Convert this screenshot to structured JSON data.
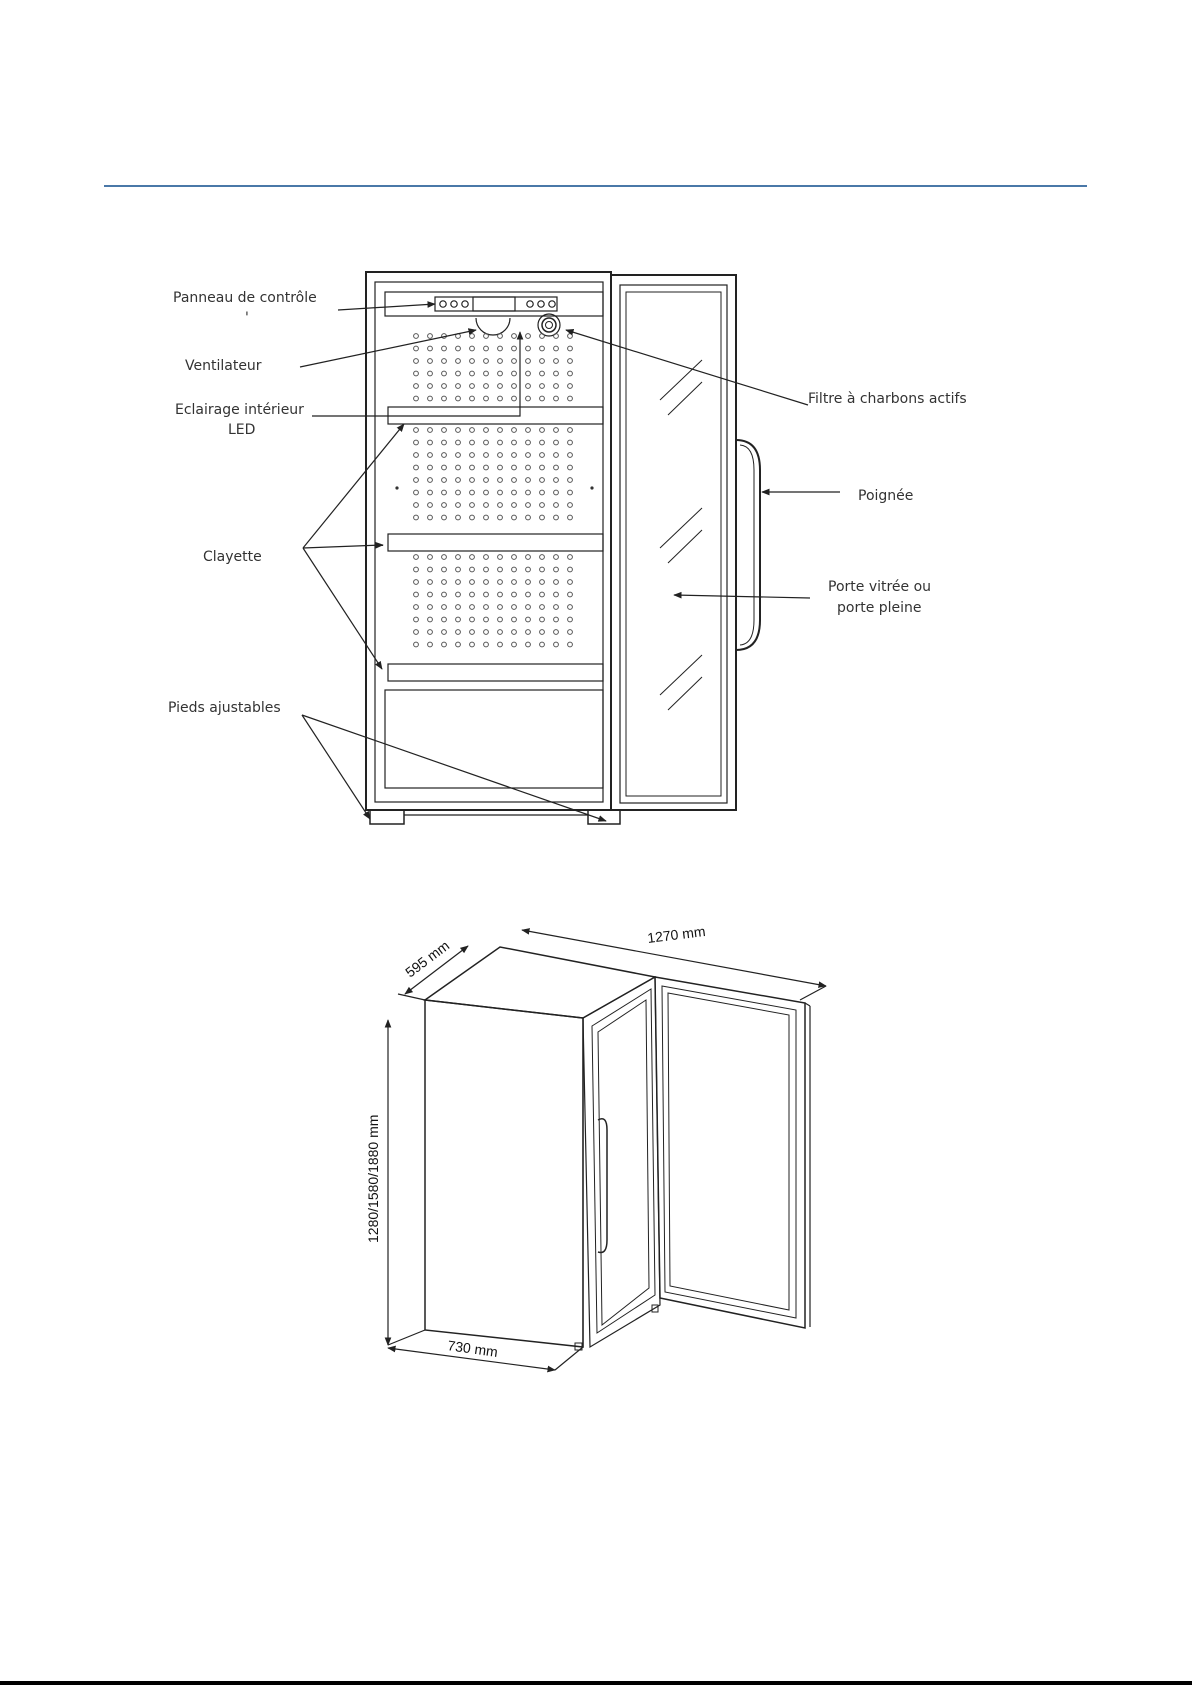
{
  "diagram_front": {
    "labels": {
      "control_panel": "Panneau de contrôle",
      "fan": "Ventilateur",
      "led_light_line1": "Eclairage intérieur",
      "led_light_line2": "LED",
      "shelf": "Clayette",
      "adjustable_feet": "Pieds ajustables",
      "carbon_filter": "Filtre à charbons actifs",
      "handle": "Poignée",
      "door_line1": "Porte vitrée ou",
      "door_line2": "porte pleine"
    }
  },
  "diagram_dimensions": {
    "depth": "595 mm",
    "width_open": "1270 mm",
    "height": "1280/1580/1880 mm",
    "width_closed": "730 mm"
  },
  "colors": {
    "header_rule": "#4a78a8",
    "line": "#222222"
  }
}
